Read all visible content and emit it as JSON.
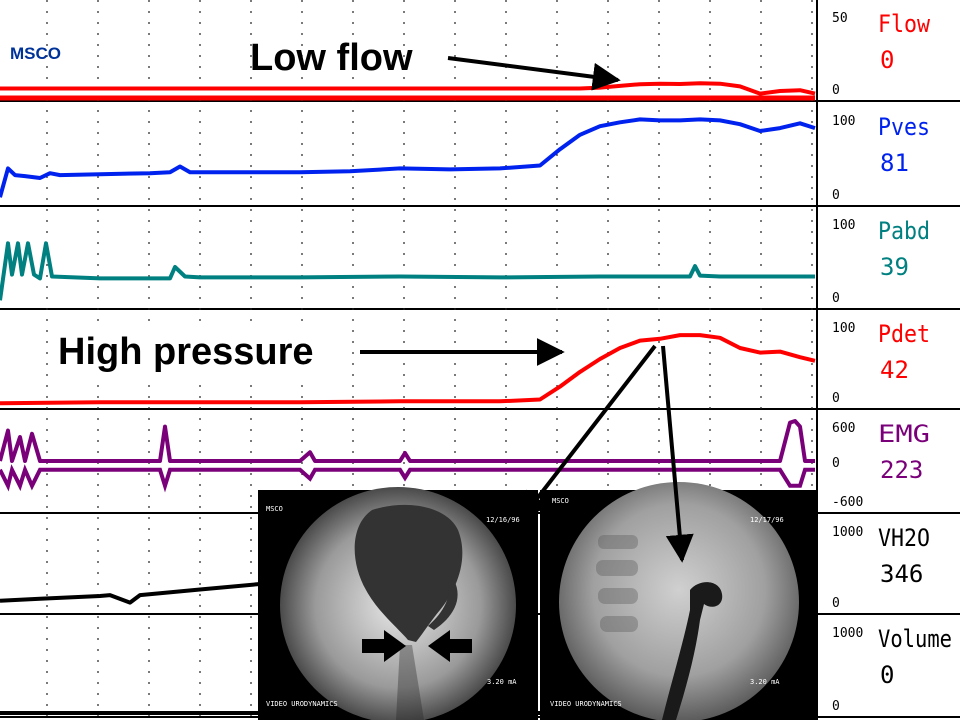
{
  "header": {
    "brand": "MSCO"
  },
  "annotations": {
    "low_flow": "Low flow",
    "high_pressure": "High pressure"
  },
  "colors": {
    "flow": "#ff0000",
    "pves": "#0022ee",
    "pabd": "#008080",
    "pdet": "#ff0000",
    "emg": "#7a007a",
    "vh2o": "#000000",
    "volume": "#000000"
  },
  "chart_data": {
    "type": "line",
    "channels": [
      {
        "key": "flow",
        "name": "Flow",
        "value": "0",
        "scale_top": "50",
        "scale_bottom": "0",
        "series": {
          "x": [
            0,
            40,
            80,
            120,
            160,
            200,
            240,
            280,
            320,
            360,
            400,
            440,
            480,
            520,
            560,
            580,
            600,
            620,
            640,
            660,
            680,
            700,
            720,
            740,
            760,
            780,
            800,
            815
          ],
          "y": [
            0,
            0,
            0,
            0,
            0,
            0,
            0,
            0,
            0,
            0,
            0,
            0,
            0,
            0,
            0,
            0,
            0.5,
            1.5,
            2.5,
            2.8,
            2.6,
            3.0,
            2.8,
            1.2,
            -3,
            -1.5,
            -1.0,
            -3
          ]
        }
      },
      {
        "key": "pves",
        "name": "Pves",
        "value": "81",
        "scale_top": "100",
        "scale_bottom": "0",
        "series": {
          "x": [
            0,
            8,
            15,
            25,
            40,
            50,
            60,
            100,
            150,
            170,
            180,
            190,
            250,
            300,
            350,
            400,
            450,
            500,
            540,
            560,
            580,
            600,
            620,
            640,
            660,
            680,
            700,
            720,
            740,
            760,
            780,
            800,
            815
          ],
          "y": [
            5,
            35,
            28,
            27,
            25,
            30,
            28,
            29,
            30,
            31,
            37,
            31,
            31,
            31,
            32,
            35,
            34,
            35,
            38,
            55,
            70,
            79,
            83,
            86,
            85,
            85,
            86,
            85,
            81,
            74,
            77,
            82,
            77
          ]
        }
      },
      {
        "key": "pabd",
        "name": "Pabd",
        "value": "39",
        "scale_top": "100",
        "scale_bottom": "0",
        "series": {
          "x": [
            0,
            8,
            12,
            18,
            22,
            28,
            34,
            40,
            46,
            52,
            100,
            170,
            175,
            185,
            200,
            300,
            400,
            500,
            600,
            690,
            695,
            700,
            720,
            800,
            815
          ],
          "y": [
            5,
            65,
            32,
            65,
            32,
            65,
            32,
            28,
            65,
            30,
            28,
            28,
            40,
            30,
            29,
            29,
            30,
            29,
            30,
            30,
            41,
            31,
            30,
            30,
            30
          ]
        }
      },
      {
        "key": "pdet",
        "name": "Pdet",
        "value": "42",
        "scale_top": "100",
        "scale_bottom": "0",
        "series": {
          "x": [
            0,
            100,
            200,
            300,
            400,
            500,
            540,
            560,
            580,
            600,
            620,
            640,
            660,
            680,
            700,
            720,
            740,
            760,
            780,
            800,
            815
          ],
          "y": [
            2,
            3,
            3,
            3,
            4,
            4,
            6,
            20,
            36,
            50,
            62,
            70,
            72,
            76,
            76,
            73,
            62,
            57,
            58,
            52,
            48
          ]
        }
      },
      {
        "key": "emg",
        "name": "EMG",
        "value": "223",
        "scale_top": "600",
        "scale_mid": "0",
        "scale_bottom": "-600",
        "series": {
          "x": [
            0,
            8,
            12,
            20,
            25,
            32,
            40,
            50,
            100,
            160,
            165,
            170,
            300,
            310,
            315,
            400,
            405,
            410,
            500,
            600,
            700,
            780,
            790,
            795,
            800,
            805,
            815
          ],
          "y": [
            0,
            380,
            0,
            300,
            0,
            340,
            0,
            0,
            0,
            0,
            430,
            0,
            0,
            110,
            0,
            0,
            100,
            0,
            0,
            0,
            0,
            0,
            480,
            500,
            430,
            0,
            0
          ]
        }
      },
      {
        "key": "vh2o",
        "name": "VH2O",
        "value": "346",
        "scale_top": "1000",
        "scale_bottom": "0",
        "series": {
          "x": [
            0,
            40,
            100,
            110,
            130,
            140,
            200,
            260
          ],
          "y": [
            100,
            120,
            150,
            160,
            80,
            160,
            220,
            280
          ]
        }
      },
      {
        "key": "volume",
        "name": "Volume",
        "value": "0",
        "scale_top": "1000",
        "scale_bottom": "0",
        "series": {
          "x": [
            0,
            815
          ],
          "y": [
            0,
            0
          ]
        }
      }
    ]
  },
  "xray_left": {
    "brand": "MSCO",
    "header_text": "12/16/96",
    "footer_text": "VIDEO URODYNAMICS",
    "readout": "3.20 mA"
  },
  "xray_right": {
    "brand": "MSCO",
    "header_text": "12/17/96",
    "footer_text": "VIDEO URODYNAMICS",
    "readout": "3.20 mA"
  }
}
